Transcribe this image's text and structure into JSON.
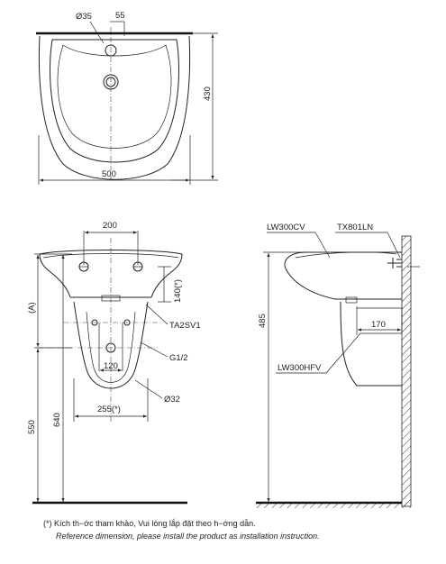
{
  "top_view": {
    "dim_hole": "Ø35",
    "dim_offset": "55",
    "dim_depth": "430",
    "dim_width": "500"
  },
  "front_view": {
    "dim_bolt_spacing": "200",
    "dim_a": "(A)",
    "dim_140": "140(*)",
    "label_ta2sv1": "TA2SV1",
    "label_g12": "G1/2",
    "dim_120": "120",
    "dim_255": "255(*)",
    "dim_d32": "Ø32",
    "dim_640": "640",
    "dim_550": "550"
  },
  "side_view": {
    "label_lw300cv": "LW300CV",
    "label_tx801ln": "TX801LN",
    "dim_485": "485",
    "dim_170": "170",
    "label_lw300hfv": "LW300HFV"
  },
  "notes": {
    "vi": "(*) Kích th−ớc tham khảo, Vui lòng lắp đặt theo h−ớng dẫn.",
    "en": "Reference dimension, please install the product as installation instruction."
  }
}
